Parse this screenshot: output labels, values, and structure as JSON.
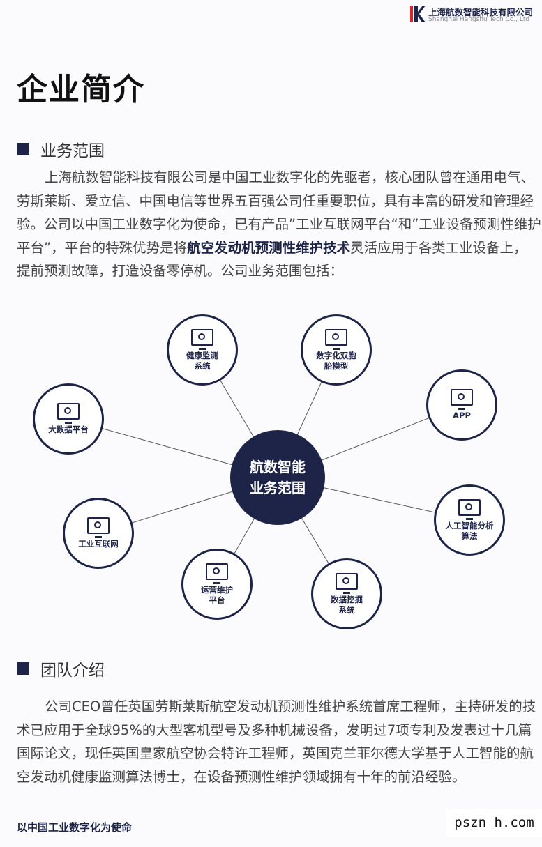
{
  "header": {
    "company_cn": "上海航数智能科技有限公司",
    "company_en": "Shanghai Hangshu Tech Co., Ltd"
  },
  "page_title": "企业简介",
  "business": {
    "heading": "业务范围",
    "lines": [
      "上海航数智能科技有限公司是中国工业数字化的先驱者，核心团队曾在通用电气、",
      "劳斯莱斯、爱立信、中国电信等世界五百强公司任重要职位，具有丰富的研发和管理经",
      "验。公司以中国工业数字化为使命，已有产品”工业互联网平台“和”工业设备预测性维护"
    ],
    "line4_pre": "平台”，平台的特殊优势是将",
    "line4_hl": "航空发动机预测性维护技术",
    "line4_post": "灵活应用于各类工业设备上，",
    "line5": "提前预测故障，打造设备零停机。公司业务范围包括："
  },
  "diagram": {
    "center": [
      "航数智能",
      "业务范围"
    ],
    "nodes": [
      {
        "label": [
          "健康监测",
          "系统"
        ],
        "icon": "target-monitor-icon"
      },
      {
        "label": [
          "数字化双胞",
          "胎模型"
        ],
        "icon": "sync-monitor-icon"
      },
      {
        "label": [
          "APP"
        ],
        "icon": "devices-icon"
      },
      {
        "label": [
          "大数据平台"
        ],
        "icon": "data-monitor-icon"
      },
      {
        "label": [
          "人工智能分析",
          "算法"
        ],
        "icon": "chart-monitor-icon"
      },
      {
        "label": [
          "工业互联网"
        ],
        "icon": "globe-monitor-icon"
      },
      {
        "label": [
          "运营维护",
          "平台"
        ],
        "icon": "cycle-monitor-icon"
      },
      {
        "label": [
          "数据挖掘",
          "系统"
        ],
        "icon": "network-monitor-icon"
      }
    ]
  },
  "team": {
    "heading": "团队介绍",
    "lines": [
      "公司CEO曾任英国劳斯莱斯航空发动机预测性维护系统首席工程师，主持研发的技",
      "术已应用于全球95%的大型客机型号及多种机械设备，发明过7项专利及发表过十几篇",
      "国际论文，现任英国皇家航空协会特许工程师，英国克兰菲尔德大学基于人工智能的航",
      "空发动机健康监测算法博士，在设备预测性维护领域拥有十年的前沿经验。"
    ]
  },
  "footer": {
    "slogan": "以中国工业数字化为使命",
    "watermark": "pszn h.com"
  }
}
